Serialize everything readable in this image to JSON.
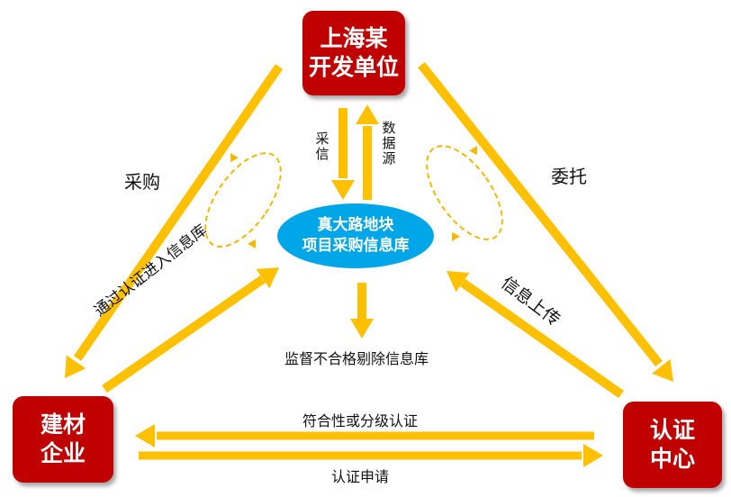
{
  "nodes": {
    "developer": {
      "line1": "上海某",
      "line2": "开发单位"
    },
    "supplier": {
      "line1": "建材",
      "line2": "企业"
    },
    "center": {
      "line1": "认证",
      "line2": "中心"
    },
    "hub": {
      "line1": "真大路地块",
      "line2": "项目采购信息库"
    }
  },
  "labels": {
    "purchase": "采购",
    "entrust": "委托",
    "caixin": "采信",
    "data_source": "数据源",
    "via_certification": "通过认证进入信息库",
    "info_upload": "信息上传",
    "supervise": "监督不合格剔除信息库",
    "conformity": "符合性或分级认证",
    "apply": "认证申请"
  },
  "colors": {
    "node_fill": "#c00000",
    "hub_fill": "#00a6e8",
    "arrow": "#ffc000",
    "loop": "#f5b800"
  }
}
